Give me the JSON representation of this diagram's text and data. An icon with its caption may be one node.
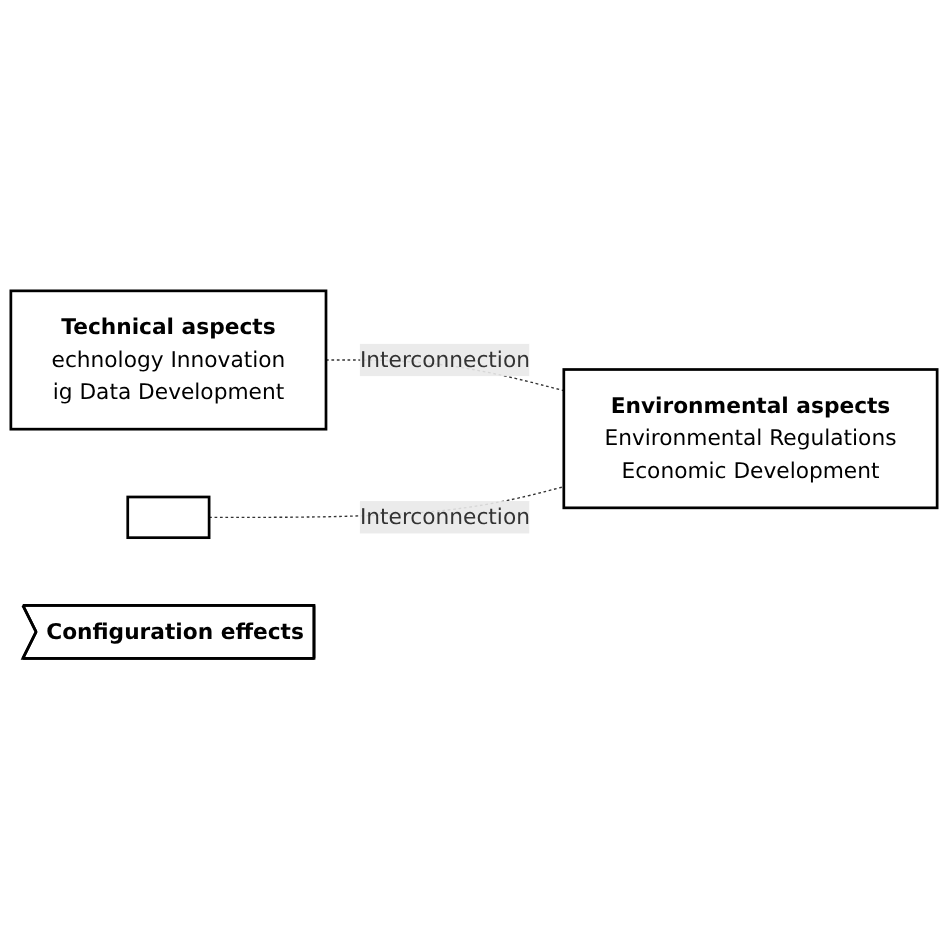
{
  "diagram": {
    "nodes": [
      {
        "text": [
          "Technical aspects",
          "echnology Innovation",
          "ig Data Development"
        ]
      },
      {
        "text": [],
        "shape": "box"
      },
      {
        "text": [
          "Environmental aspects",
          "Environmental Regulations",
          "Economic Development"
        ]
      },
      {
        "text": [
          "Configuration effects"
        ]
      }
    ],
    "edges": [
      {
        "from": 0,
        "to": 2,
        "arrow": "none",
        "label": "Interconnection",
        "style": "dashed"
      },
      {
        "from": 1,
        "to": 2,
        "arrow": "none",
        "label": "Interconnection",
        "style": "dashed"
      }
    ]
  }
}
